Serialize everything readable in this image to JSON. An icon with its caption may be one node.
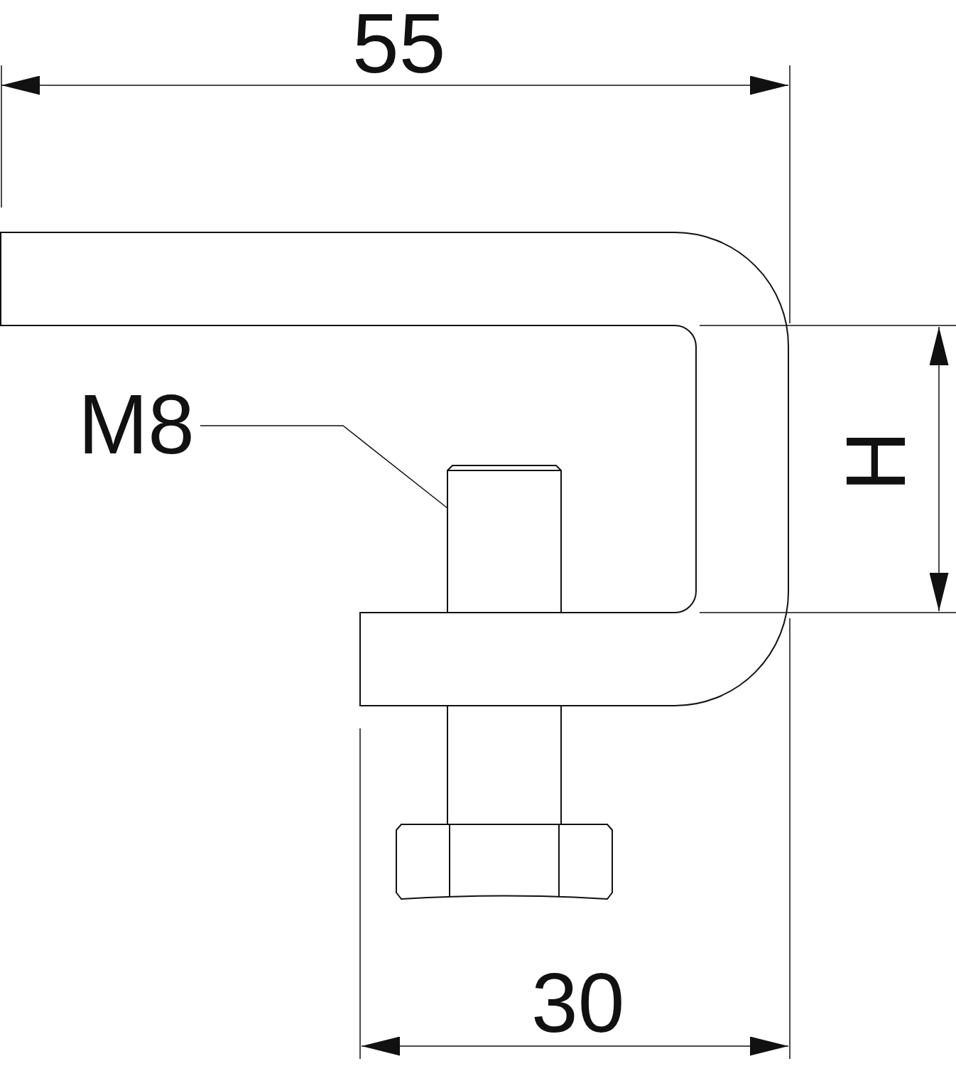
{
  "diagram": {
    "nodes": [
      {
        "text": [
          "M8"
        ]
      },
      {
        "text": [],
        "shape": "picture"
      }
    ],
    "edges": [
      {
        "from": 0,
        "to": 1,
        "arrow": "none"
      }
    ],
    "labels": [
      "55",
      "H",
      "30"
    ]
  }
}
